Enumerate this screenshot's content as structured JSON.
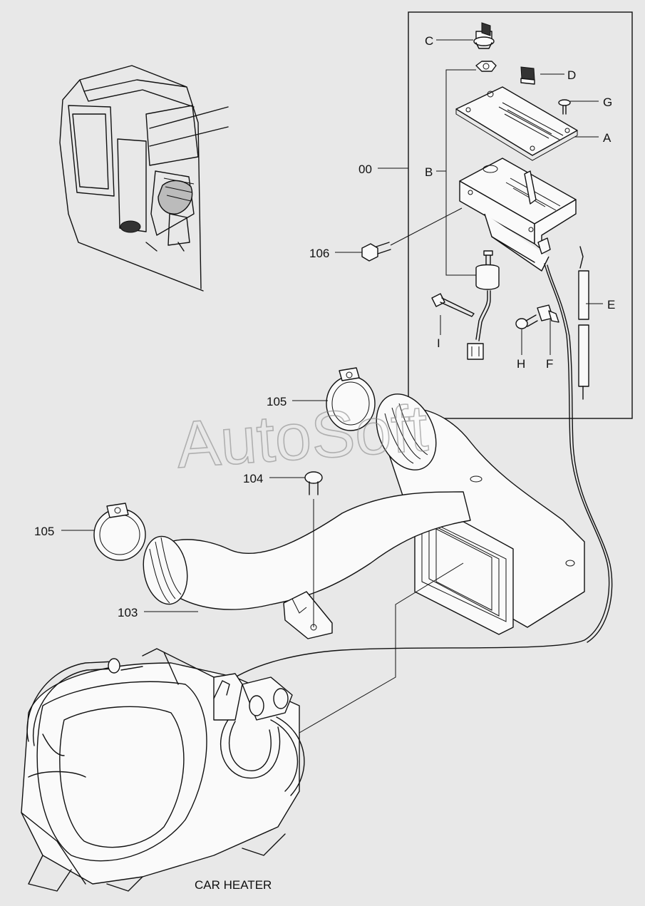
{
  "diagram": {
    "caption": "CAR HEATER",
    "watermark": "AutoSoft",
    "callouts": {
      "c00": "00",
      "cA": "A",
      "cB": "B",
      "cC": "C",
      "cD": "D",
      "cE": "E",
      "cF": "F",
      "cG": "G",
      "cH": "H",
      "cI": "I",
      "c103": "103",
      "c104": "104",
      "c105a": "105",
      "c105b": "105",
      "c106": "106"
    }
  }
}
